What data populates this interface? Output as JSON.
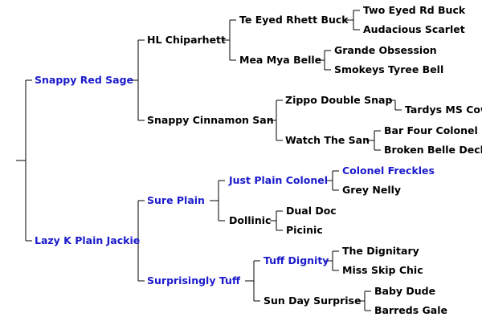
{
  "colors": {
    "link": "#1a1acc",
    "text": "#000000",
    "line": "#000000"
  },
  "people": {
    "p1": {
      "name": "Snappy Red Sage",
      "link": true
    },
    "p2": {
      "name": "Lazy K Plain Jackie",
      "link": true
    },
    "p3": {
      "name": "HL Chiparhett",
      "link": false
    },
    "p4": {
      "name": "Snappy Cinnamon San",
      "link": false
    },
    "p5": {
      "name": "Sure Plain",
      "link": true
    },
    "p6": {
      "name": "Surprisingly Tuff",
      "link": true
    },
    "p7": {
      "name": "Te Eyed Rhett Buck",
      "link": false
    },
    "p8": {
      "name": "Mea Mya Belle",
      "link": false
    },
    "p9": {
      "name": "Zippo Double Snap",
      "link": false
    },
    "p10": {
      "name": "Watch The San",
      "link": false
    },
    "p11": {
      "name": "Just Plain Colonel",
      "link": true
    },
    "p12": {
      "name": "Dollinic",
      "link": false
    },
    "p13": {
      "name": "Tuff Dignity",
      "link": true
    },
    "p14": {
      "name": "Sun Day Surprise",
      "link": false
    },
    "p15": {
      "name": "Two Eyed Rd Buck",
      "link": false
    },
    "p16": {
      "name": "Audacious Scarlet",
      "link": false
    },
    "p17": {
      "name": "Grande Obsession",
      "link": false
    },
    "p18": {
      "name": "Smokeys Tyree Bell",
      "link": false
    },
    "p19": {
      "name": "Tardys MS Cow",
      "link": false
    },
    "p21": {
      "name": "Bar Four Colonel",
      "link": false
    },
    "p22": {
      "name": "Broken Belle Deck",
      "link": false
    },
    "p23": {
      "name": "Colonel Freckles",
      "link": true
    },
    "p24": {
      "name": "Grey Nelly",
      "link": false
    },
    "p25": {
      "name": "Dual Doc",
      "link": false
    },
    "p26": {
      "name": "Picinic",
      "link": false
    },
    "p27": {
      "name": "The Dignitary",
      "link": false
    },
    "p28": {
      "name": "Miss Skip Chic",
      "link": false
    },
    "p29": {
      "name": "Baby Dude",
      "link": false
    },
    "p30": {
      "name": "Barreds Gale",
      "link": false
    }
  }
}
